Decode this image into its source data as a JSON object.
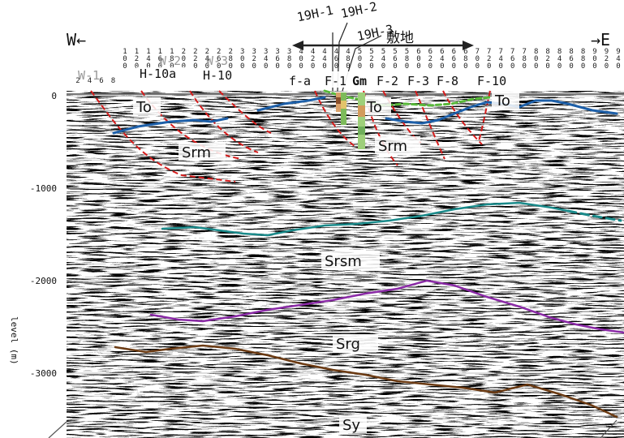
{
  "header": {
    "west": "W←",
    "east": "→E",
    "site": "敷地",
    "boreholes": [
      "19H-1",
      "19H-2",
      "19H-3"
    ]
  },
  "survey_lines": {
    "gray": [
      "W-2",
      "W-3",
      "W-1"
    ],
    "black": [
      "H-10a",
      "H-10"
    ]
  },
  "cdp_numbers": [
    "2",
    "4",
    "6",
    "8",
    "1\n0\n0",
    "1\n2\n0",
    "1\n4\n0",
    "1\n6\n0",
    "1\n8\n0",
    "2\n0\n0",
    "2\n2\n0",
    "2\n4\n0",
    "2\n6\n0",
    "2\n8\n0",
    "3\n0\n0",
    "3\n2\n0",
    "3\n4\n0",
    "3\n6\n0",
    "3\n8\n0",
    "4\n0\n0",
    "4\n2\n0",
    "4\n4\n0",
    "4\n6\n0",
    "4\n8\n0",
    "5\n0\n0",
    "5\n2\n0",
    "5\n4\n0",
    "5\n6\n0",
    "5\n8\n0",
    "6\n0\n0",
    "6\n2\n0",
    "6\n4\n0",
    "6\n6\n0",
    "6\n8\n0",
    "7\n0\n0",
    "7\n2\n0",
    "7\n4\n0",
    "7\n6\n0",
    "7\n8\n0",
    "8\n0\n0",
    "8\n2\n0",
    "8\n4\n0",
    "8\n6\n0",
    "8\n8\n0",
    "9\n0\n0",
    "9\n2\n0",
    "9\n4\n0"
  ],
  "faults": [
    "f-a",
    "F-1",
    "Gm",
    "F-2",
    "F-3",
    "F-8",
    "F-10"
  ],
  "y_axis": {
    "label": "level (m)",
    "ticks": [
      "0",
      "-1000",
      "-2000",
      "-3000"
    ]
  },
  "units": [
    "To",
    "To",
    "To",
    "Srm",
    "Srm",
    "Srsm",
    "Srg",
    "Sy"
  ],
  "colors": {
    "blue": "#1d5fa8",
    "teal": "#1a8a8a",
    "purple": "#8a2aa6",
    "brown": "#6b3a12",
    "fault_red": "#d41c1c",
    "green": "#58b83a"
  }
}
